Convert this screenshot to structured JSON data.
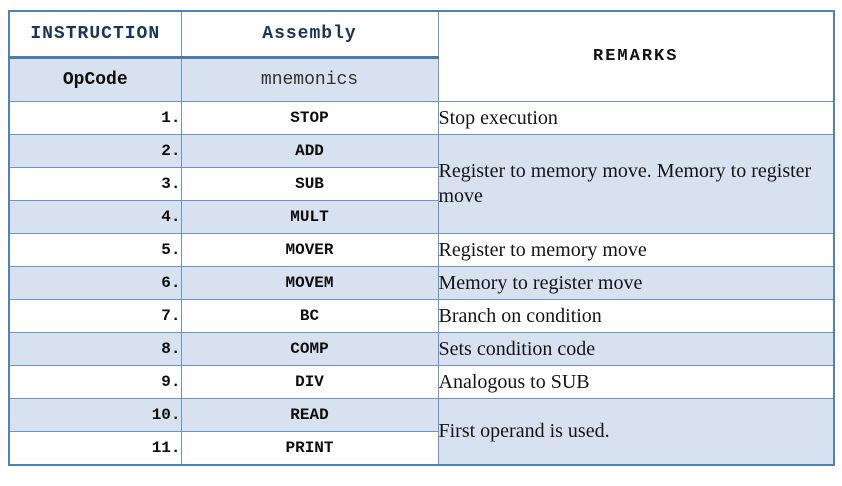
{
  "header": {
    "instruction": "INSTRUCTION",
    "assembly": "Assembly",
    "remarks": "REMARKS",
    "opcode": "OpCode",
    "mnemonics": "mnemonics"
  },
  "rows": [
    {
      "num": "1.",
      "mnemonic": "STOP"
    },
    {
      "num": "2.",
      "mnemonic": "ADD"
    },
    {
      "num": "3.",
      "mnemonic": "SUB"
    },
    {
      "num": "4.",
      "mnemonic": "MULT"
    },
    {
      "num": "5.",
      "mnemonic": "MOVER"
    },
    {
      "num": "6.",
      "mnemonic": "MOVEM"
    },
    {
      "num": "7.",
      "mnemonic": "BC"
    },
    {
      "num": "8.",
      "mnemonic": "COMP"
    },
    {
      "num": "9.",
      "mnemonic": "DIV"
    },
    {
      "num": "10.",
      "mnemonic": "READ"
    },
    {
      "num": "11.",
      "mnemonic": "PRINT"
    }
  ],
  "remarks": {
    "row1": "Stop execution",
    "rows2_4": "Register to memory move. Memory to register move",
    "row5": "Register to memory move",
    "row6": "Memory to register move",
    "row7": "Branch on condition",
    "row8": "Sets condition code",
    "row9": "Analogous to SUB",
    "rows10_11": "First operand is used."
  },
  "colors": {
    "band_fill": "#D7E1F0",
    "outer_border": "#4F81BD",
    "inner_border": "#6D94C7",
    "header_rule": "#4E79AB",
    "header_text": "#17365D"
  }
}
